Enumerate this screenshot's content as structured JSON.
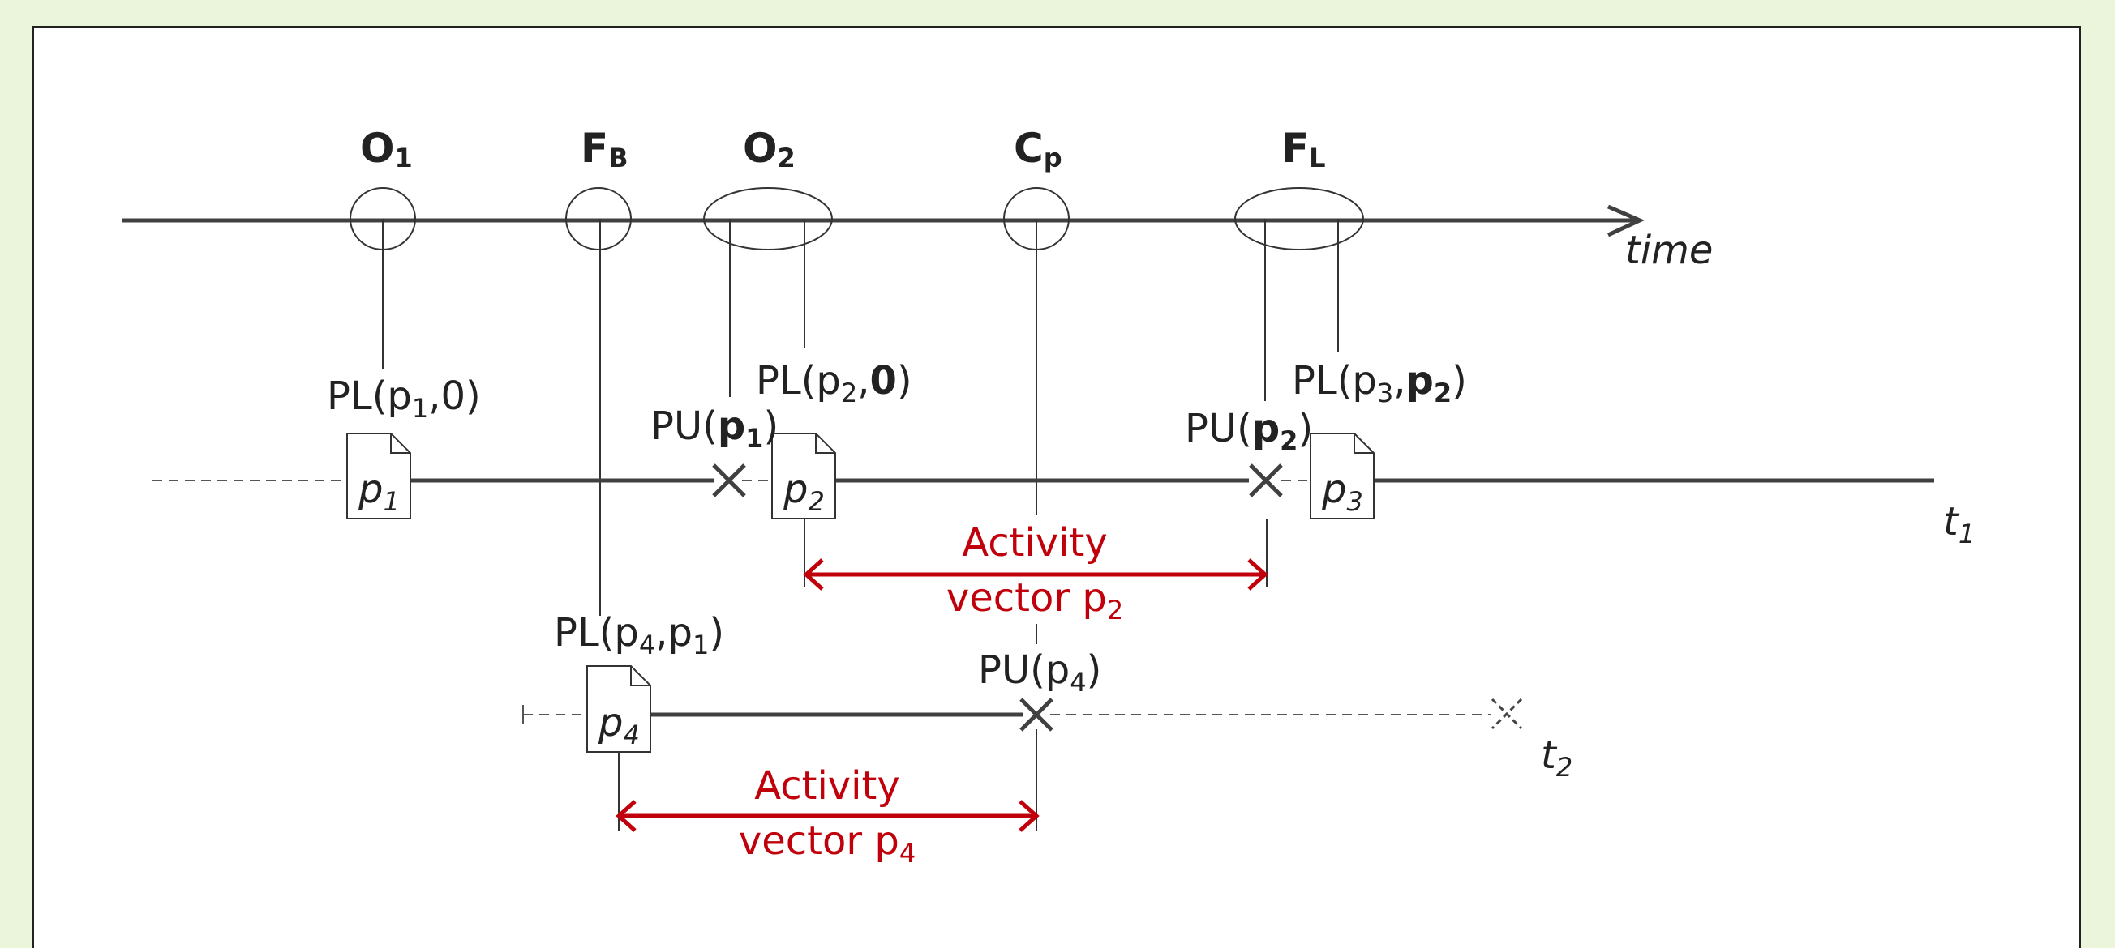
{
  "axis": {
    "label": "time"
  },
  "events": [
    {
      "main": "O",
      "sub": "1"
    },
    {
      "main": "F",
      "sub": "B"
    },
    {
      "main": "O",
      "sub": "2"
    },
    {
      "main": "C",
      "sub": "p"
    },
    {
      "main": "F",
      "sub": "L"
    }
  ],
  "threads": {
    "t1": {
      "main": "t",
      "sub": "1"
    },
    "t2": {
      "main": "t",
      "sub": "2"
    }
  },
  "pages": {
    "p1": {
      "main": "p",
      "sub": "1"
    },
    "p2": {
      "main": "p",
      "sub": "2"
    },
    "p3": {
      "main": "p",
      "sub": "3"
    },
    "p4": {
      "main": "p",
      "sub": "4"
    }
  },
  "ops": {
    "pl_p1": {
      "a": "PL(p",
      "b": "1",
      "c": ",0)"
    },
    "pu_p1": {
      "a": "PU(",
      "b": "p",
      "c": "1",
      "d": ")"
    },
    "pl_p2": {
      "a": "PL(p",
      "b": "2",
      "c": ",",
      "d": "0",
      "e": ")"
    },
    "pu_p2": {
      "a": "PU(",
      "b": "p",
      "c": "2",
      "d": ")"
    },
    "pl_p3": {
      "a": "PL(p",
      "b": "3",
      "c": ",",
      "d": "p",
      "e": "2",
      "f": ")"
    },
    "pl_p4": {
      "a": "PL(p",
      "b": "4",
      "c": ",p",
      "d": "1",
      "e": ")"
    },
    "pu_p4": {
      "a": "PU(p",
      "b": "4",
      "c": ")"
    }
  },
  "activity": {
    "p2": {
      "line1": "Activity",
      "line2a": "vector p",
      "line2b": "2"
    },
    "p4": {
      "line1": "Activity",
      "line2a": "vector p",
      "line2b": "4"
    }
  },
  "colors": {
    "background": "#ebf5db",
    "panel": "#ffffff",
    "line": "#404040",
    "accent": "#c0000b"
  }
}
